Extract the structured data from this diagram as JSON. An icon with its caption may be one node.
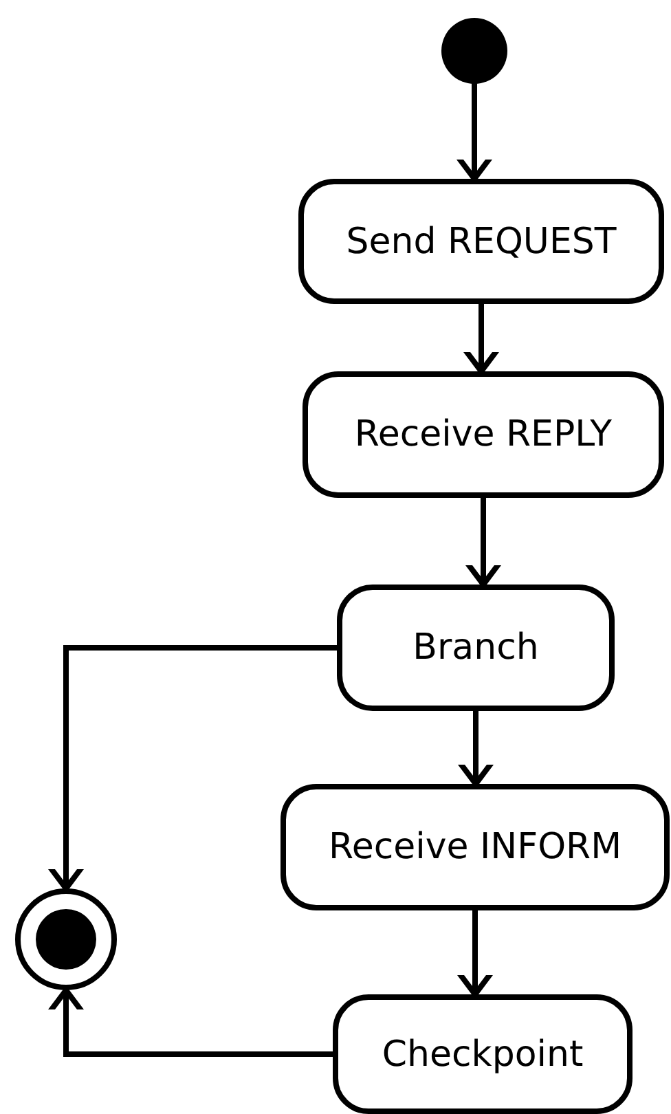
{
  "diagram": {
    "nodes": [
      {
        "text": [],
        "shape": "circle"
      },
      {
        "text": [
          "Send REQUEST"
        ]
      },
      {
        "text": [
          "Receive REPLY"
        ]
      },
      {
        "text": [
          "Branch"
        ]
      },
      {
        "text": [
          "Receive INFORM"
        ]
      },
      {
        "text": [],
        "shape": "circle"
      },
      {
        "text": [
          "Checkpoint"
        ]
      }
    ],
    "edges": [
      {
        "from": 0,
        "to": 1,
        "arrow": "to"
      },
      {
        "from": 1,
        "to": 2,
        "arrow": "to"
      },
      {
        "from": 2,
        "to": 3,
        "arrow": "to"
      },
      {
        "from": 3,
        "to": 4,
        "arrow": "to"
      },
      {
        "from": 4,
        "to": 6,
        "arrow": "to"
      },
      {
        "from": 3,
        "to": 5,
        "arrow": "to"
      },
      {
        "from": 6,
        "to": 5,
        "arrow": "to"
      }
    ]
  }
}
